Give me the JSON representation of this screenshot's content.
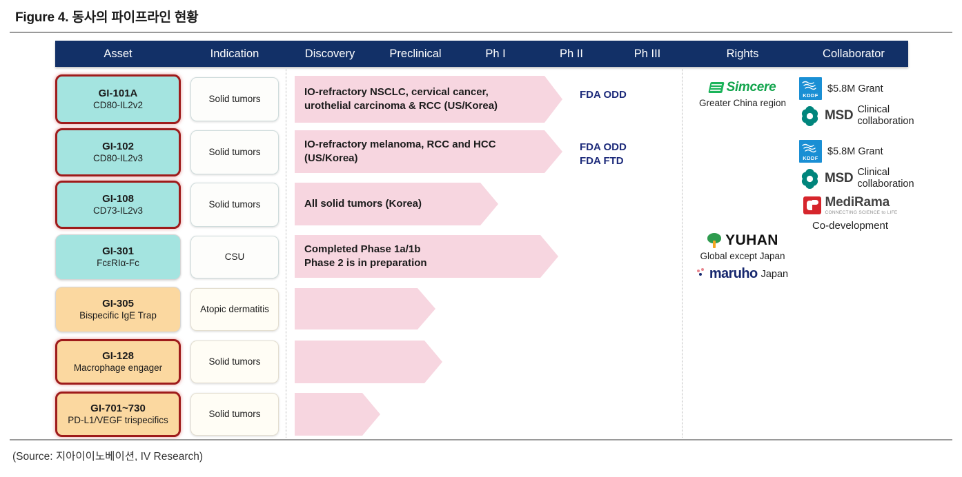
{
  "figure": {
    "title": "Figure 4. 동사의 파이프라인 현황",
    "source": "(Source: 지아이이노베이션, IV Research)"
  },
  "colors": {
    "header_bg": "#123067",
    "asset_teal": "#a4e4e0",
    "asset_orange": "#fbd8a0",
    "highlight_border": "#9e1b1b",
    "arrow_pink": "#f7d6e0",
    "fda_text": "#1c2a7a",
    "simcere_green": "#12a44c",
    "kddf_blue": "#1a8fd4",
    "medirama_red": "#d6252c",
    "maruho_navy": "#16276e"
  },
  "table": {
    "headers": [
      {
        "label": "Asset"
      },
      {
        "label": "Indication"
      },
      {
        "label": "Discovery"
      },
      {
        "label": "Preclinical"
      },
      {
        "label": "Ph I"
      },
      {
        "label": "Ph II"
      },
      {
        "label": "Ph III"
      },
      {
        "label": "Rights"
      },
      {
        "label": "Collaborator"
      }
    ],
    "rows": [
      {
        "asset_code": "GI-101A",
        "asset_sub": "CD80-IL2v2",
        "indication": "Solid tumors",
        "progress_text": [
          "IO-refractory NSCLC, cervical cancer,",
          "urothelial carcinoma & RCC  (US/Korea)"
        ],
        "fda_tags": [
          "FDA ODD"
        ]
      },
      {
        "asset_code": "GI-102",
        "asset_sub": "CD80-IL2v3",
        "indication": "Solid tumors",
        "progress_text": [
          "IO-refractory melanoma, RCC and HCC",
          "(US/Korea)"
        ],
        "fda_tags": [
          "FDA ODD",
          "FDA FTD"
        ]
      },
      {
        "asset_code": "GI-108",
        "asset_sub": "CD73-IL2v3",
        "indication": "Solid tumors",
        "progress_text": [
          "All solid tumors (Korea)"
        ],
        "fda_tags": []
      },
      {
        "asset_code": "GI-301",
        "asset_sub": "FcεRIα-Fc",
        "indication": "CSU",
        "progress_text": [
          "Completed Phase 1a/1b",
          "Phase 2 is in preparation"
        ],
        "fda_tags": []
      },
      {
        "asset_code": "GI-305",
        "asset_sub": "Bispecific IgE Trap",
        "indication": "Atopic dermatitis",
        "progress_text": [],
        "fda_tags": []
      },
      {
        "asset_code": "GI-128",
        "asset_sub": "Macrophage engager",
        "indication": "Solid tumors",
        "progress_text": [],
        "fda_tags": []
      },
      {
        "asset_code": "GI-701~730",
        "asset_sub": "PD-L1/VEGF trispecifics",
        "indication": "Solid tumors",
        "progress_text": [],
        "fda_tags": []
      }
    ]
  },
  "rights": [
    {
      "logo_name": "simcere-logo",
      "logo_text": "Simcere",
      "note": "Greater China region"
    },
    {
      "logo_name": "yuhan-logo",
      "logo_text": "YUHAN",
      "note": "Global except Japan"
    },
    {
      "logo_name": "maruho-logo",
      "logo_text": "maruho",
      "note": "Japan"
    }
  ],
  "collaborators": [
    {
      "group": "gi-101a",
      "entries": [
        {
          "logo_name": "kddf-logo",
          "logo_text": "KDDF",
          "note": "$5.8M Grant"
        },
        {
          "logo_name": "msd-logo",
          "logo_text": "MSD",
          "note_lines": [
            "Clinical",
            "collaboration"
          ]
        }
      ]
    },
    {
      "group": "gi-102",
      "entries": [
        {
          "logo_name": "kddf-logo",
          "logo_text": "KDDF",
          "note": "$5.8M Grant"
        },
        {
          "logo_name": "msd-logo",
          "logo_text": "MSD",
          "note_lines": [
            "Clinical",
            "collaboration"
          ]
        }
      ]
    },
    {
      "group": "gi-108",
      "entries": [
        {
          "logo_name": "medirama-logo",
          "logo_text": "MediRama",
          "tagline": "CONNECTING SCIENCE to LIFE",
          "note": "Co-development"
        }
      ]
    }
  ]
}
